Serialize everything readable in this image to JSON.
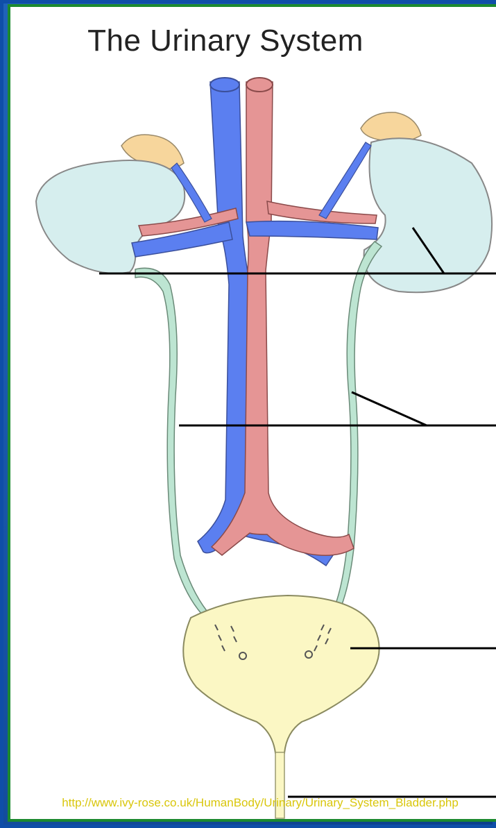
{
  "title": "The Urinary System",
  "source_url": "http://www.ivy-rose.co.uk/HumanBody/Urinary/Urinary_System_Bladder.php",
  "colors": {
    "vein": "#5b7ff0",
    "artery": "#e59595",
    "kidney": "#d6eeee",
    "ureter": "#bde5d2",
    "bladder": "#fbf7c4",
    "adrenal": "#f7d69c",
    "label_line": "#000000",
    "source_text": "#d9c60b"
  },
  "label_lines": [
    {
      "points_to": "kidney"
    },
    {
      "points_to": "ureter"
    },
    {
      "points_to": "bladder"
    },
    {
      "points_to": "urethra"
    }
  ]
}
